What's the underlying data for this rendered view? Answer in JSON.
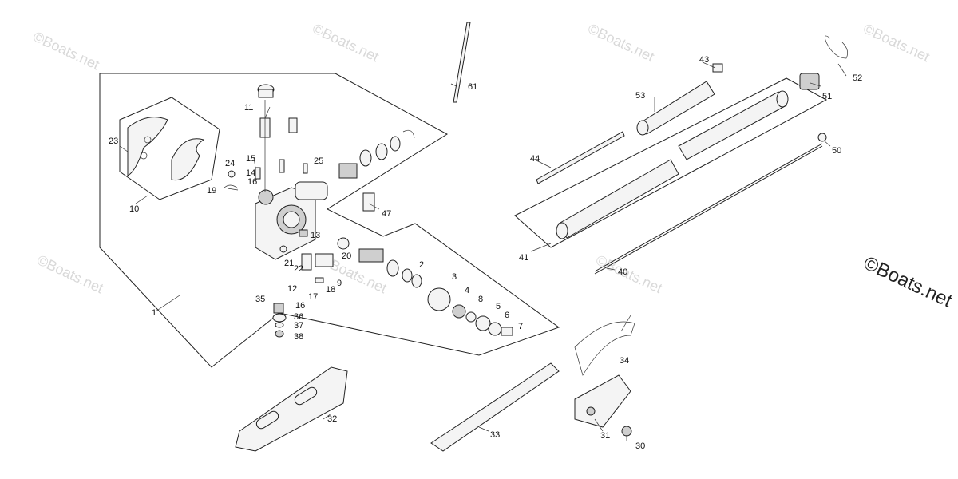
{
  "diagram": {
    "callouts": [
      "1",
      "2",
      "3",
      "4",
      "5",
      "6",
      "7",
      "8",
      "9",
      "10",
      "11",
      "12",
      "13",
      "14",
      "15",
      "16",
      "16",
      "17",
      "18",
      "19",
      "20",
      "21",
      "22",
      "23",
      "24",
      "25",
      "30",
      "31",
      "32",
      "33",
      "34",
      "35",
      "36",
      "37",
      "38",
      "40",
      "41",
      "43",
      "44",
      "47",
      "50",
      "51",
      "52",
      "53",
      "61"
    ]
  },
  "watermark": {
    "small": "©Boats.net",
    "large": "©Boats.net"
  }
}
